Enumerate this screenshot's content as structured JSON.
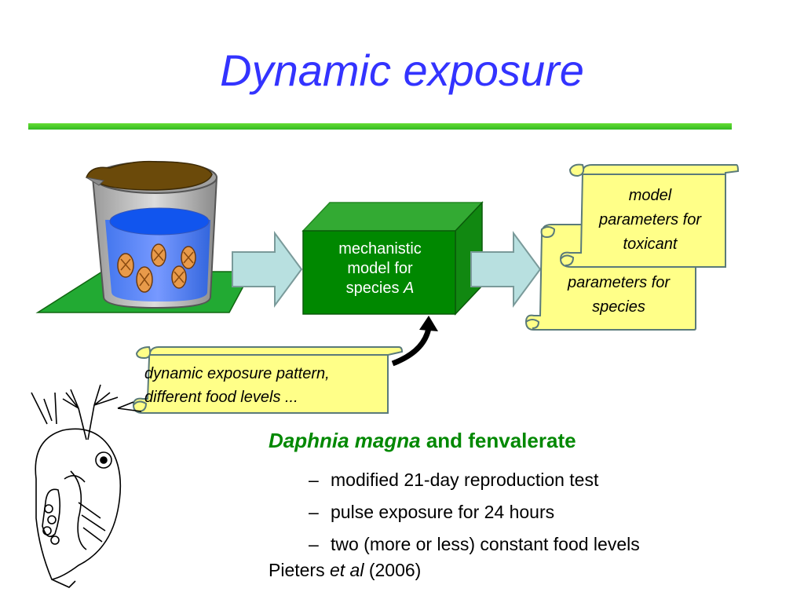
{
  "slide": {
    "title": "Dynamic exposure"
  },
  "diagram": {
    "model_box": {
      "line1": "mechanistic",
      "line2": "model for",
      "line3_prefix": "species ",
      "line3_italic": "A"
    },
    "scroll_toxicant": {
      "line1": "model",
      "line2": "parameters for",
      "line3": "toxicant"
    },
    "scroll_species": {
      "line1": "parameters for",
      "line2": "species"
    },
    "scroll_exposure": {
      "line1": "dynamic exposure pattern,",
      "line2": "different food levels ..."
    }
  },
  "content": {
    "heading_italic": "Daphnia magna",
    "heading_rest": " and fenvalerate",
    "bullets": [
      "modified 21-day reproduction test",
      "pulse exposure for 24 hours",
      "two (more or less) constant food levels"
    ],
    "dash": "–",
    "citation_prefix": "Pieters ",
    "citation_italic": "et al",
    "citation_suffix": " (2006)"
  },
  "colors": {
    "title": "#3333ff",
    "rule": "#44cc22",
    "heading": "#008800",
    "box_green": "#22aa22",
    "scroll_fill": "#ffff88",
    "arrow_fill": "#b8e0e0"
  }
}
